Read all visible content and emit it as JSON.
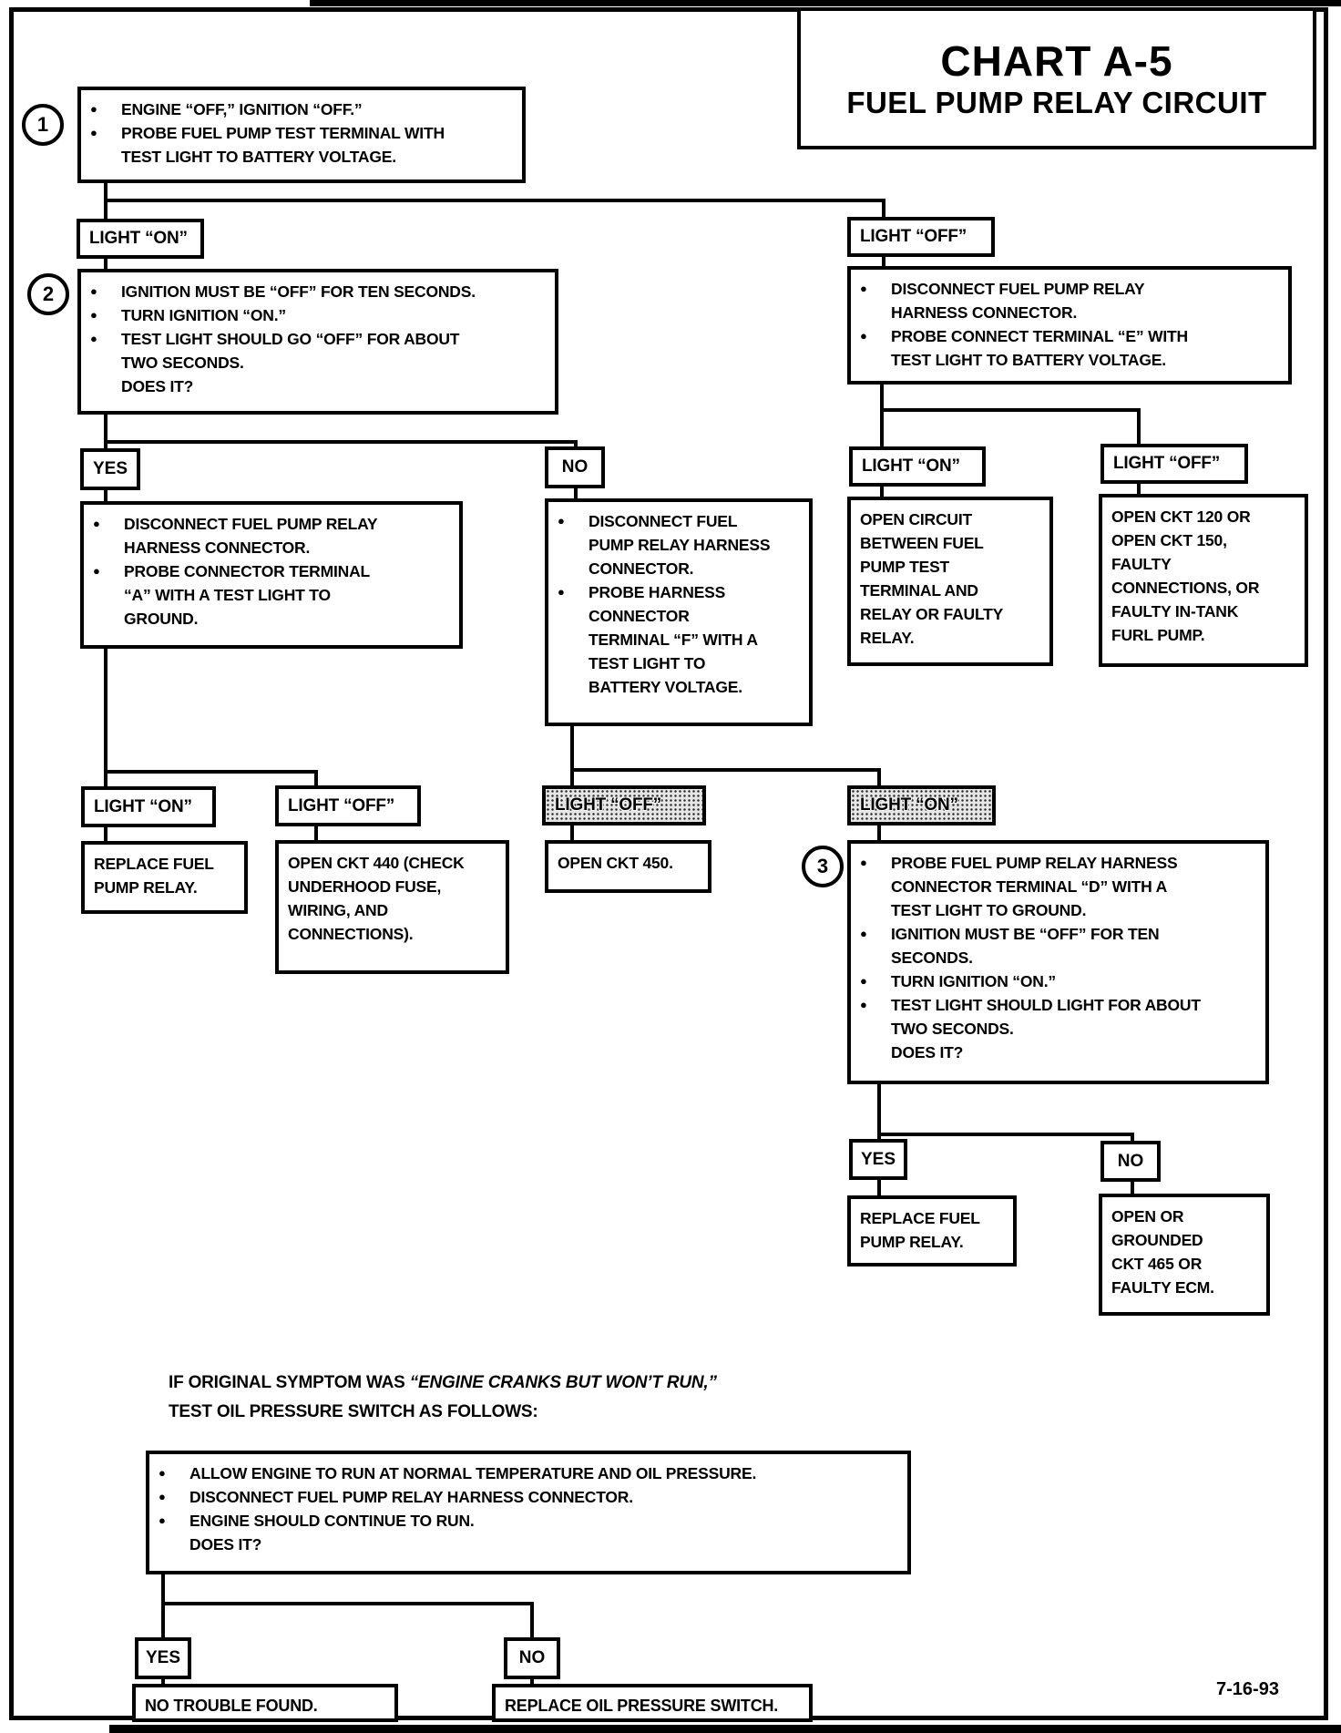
{
  "page": {
    "title1": "CHART A-5",
    "title2": "FUEL PUMP RELAY CIRCUIT",
    "date": "7-16-93"
  },
  "steps": {
    "s1": "1",
    "s2": "2",
    "s3": "3"
  },
  "labels": {
    "yes": "YES",
    "no": "NO",
    "light_on": "LIGHT “ON”",
    "light_off": "LIGHT “OFF”"
  },
  "nodes": {
    "box1": [
      {
        "b": 1,
        "t": "ENGINE “OFF,” IGNITION “OFF.”"
      },
      {
        "b": 1,
        "t": "PROBE FUEL PUMP TEST TERMINAL WITH"
      },
      {
        "b": 0,
        "t": "TEST LIGHT TO BATTERY VOLTAGE."
      }
    ],
    "box2": [
      {
        "b": 1,
        "t": "IGNITION MUST BE “OFF” FOR TEN SECONDS."
      },
      {
        "b": 1,
        "t": "TURN IGNITION “ON.”"
      },
      {
        "b": 1,
        "t": "TEST LIGHT SHOULD GO “OFF” FOR ABOUT"
      },
      {
        "b": 0,
        "t": "TWO SECONDS."
      },
      {
        "b": 0,
        "t": "DOES IT?"
      }
    ],
    "box_e": [
      {
        "b": 1,
        "t": "DISCONNECT FUEL PUMP RELAY"
      },
      {
        "b": 0,
        "t": "HARNESS CONNECTOR."
      },
      {
        "b": 1,
        "t": "PROBE CONNECT TERMINAL “E” WITH"
      },
      {
        "b": 0,
        "t": "TEST LIGHT TO BATTERY VOLTAGE."
      }
    ],
    "box_a": [
      {
        "b": 1,
        "t": "DISCONNECT FUEL PUMP RELAY"
      },
      {
        "b": 0,
        "t": "HARNESS CONNECTOR."
      },
      {
        "b": 1,
        "t": "PROBE CONNECTOR TERMINAL"
      },
      {
        "b": 0,
        "t": "“A” WITH A TEST LIGHT TO"
      },
      {
        "b": 0,
        "t": "GROUND."
      }
    ],
    "box_f": [
      {
        "b": 1,
        "t": "DISCONNECT FUEL"
      },
      {
        "b": 0,
        "t": "PUMP RELAY HARNESS"
      },
      {
        "b": 0,
        "t": "CONNECTOR."
      },
      {
        "b": 1,
        "t": "PROBE HARNESS"
      },
      {
        "b": 0,
        "t": "CONNECTOR"
      },
      {
        "b": 0,
        "t": "TERMINAL “F” WITH A"
      },
      {
        "b": 0,
        "t": "TEST LIGHT TO"
      },
      {
        "b": 0,
        "t": "BATTERY VOLTAGE."
      }
    ],
    "open_circuit": [
      {
        "b": 2,
        "t": "OPEN CIRCUIT"
      },
      {
        "b": 2,
        "t": "BETWEEN FUEL"
      },
      {
        "b": 2,
        "t": "PUMP TEST"
      },
      {
        "b": 2,
        "t": "TERMINAL AND"
      },
      {
        "b": 2,
        "t": "RELAY OR FAULTY"
      },
      {
        "b": 2,
        "t": "RELAY."
      }
    ],
    "ckt120": [
      {
        "b": 2,
        "t": "OPEN CKT 120 OR"
      },
      {
        "b": 2,
        "t": "OPEN CKT 150,"
      },
      {
        "b": 2,
        "t": "FAULTY"
      },
      {
        "b": 2,
        "t": "CONNECTIONS, OR"
      },
      {
        "b": 2,
        "t": "FAULTY IN-TANK"
      },
      {
        "b": 2,
        "t": "FURL PUMP."
      }
    ],
    "replace_relay_1": [
      {
        "b": 2,
        "t": "REPLACE FUEL"
      },
      {
        "b": 2,
        "t": "PUMP RELAY."
      }
    ],
    "ckt440": [
      {
        "b": 2,
        "t": "OPEN CKT 440 (CHECK"
      },
      {
        "b": 2,
        "t": "UNDERHOOD FUSE,"
      },
      {
        "b": 2,
        "t": "WIRING, AND"
      },
      {
        "b": 2,
        "t": "CONNECTIONS)."
      }
    ],
    "ckt450": [
      {
        "b": 2,
        "t": "OPEN CKT 450."
      }
    ],
    "box3": [
      {
        "b": 1,
        "t": "PROBE FUEL PUMP RELAY HARNESS"
      },
      {
        "b": 0,
        "t": "CONNECTOR TERMINAL “D” WITH A"
      },
      {
        "b": 0,
        "t": "TEST LIGHT TO GROUND."
      },
      {
        "b": 1,
        "t": "IGNITION MUST BE “OFF” FOR TEN"
      },
      {
        "b": 0,
        "t": "SECONDS."
      },
      {
        "b": 1,
        "t": "TURN IGNITION “ON.”"
      },
      {
        "b": 1,
        "t": "TEST LIGHT SHOULD LIGHT FOR ABOUT"
      },
      {
        "b": 0,
        "t": "TWO SECONDS."
      },
      {
        "b": 0,
        "t": "DOES IT?"
      }
    ],
    "replace_relay_2": [
      {
        "b": 2,
        "t": "REPLACE FUEL"
      },
      {
        "b": 2,
        "t": "PUMP RELAY."
      }
    ],
    "ckt465": [
      {
        "b": 2,
        "t": "OPEN OR"
      },
      {
        "b": 2,
        "t": "GROUNDED"
      },
      {
        "b": 2,
        "t": "CKT 465 OR"
      },
      {
        "b": 2,
        "t": "FAULTY ECM."
      }
    ],
    "oil_test": [
      {
        "b": 1,
        "t": "ALLOW ENGINE TO RUN AT NORMAL TEMPERATURE AND OIL PRESSURE."
      },
      {
        "b": 1,
        "t": "DISCONNECT FUEL PUMP RELAY HARNESS CONNECTOR."
      },
      {
        "b": 1,
        "t": "ENGINE SHOULD CONTINUE TO RUN."
      },
      {
        "b": 0,
        "t": "DOES IT?"
      }
    ],
    "no_trouble": [
      {
        "b": 2,
        "t": "NO TROUBLE FOUND."
      }
    ],
    "replace_oil": [
      {
        "b": 2,
        "t": "REPLACE OIL PRESSURE SWITCH."
      }
    ]
  },
  "footnote": {
    "pre": "IF ORIGINAL SYMPTOM WAS ",
    "quote": "“ENGINE CRANKS BUT WON’T RUN,”",
    "line2": "TEST OIL PRESSURE SWITCH AS FOLLOWS:"
  }
}
